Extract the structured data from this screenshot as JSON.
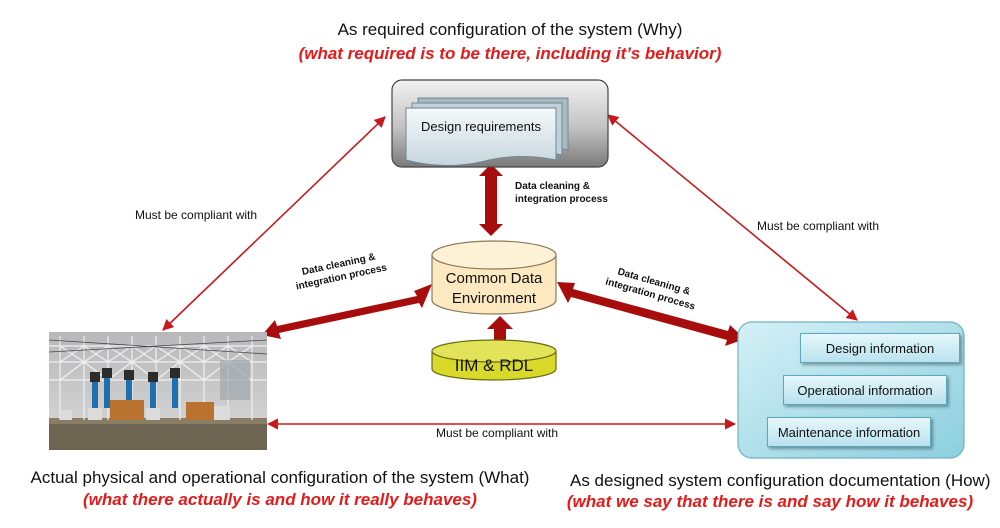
{
  "top": {
    "title": "As required configuration of the system (Why)",
    "subtitle": "(what required is to be there, including it’s behavior)"
  },
  "bottom_left": {
    "title": "Actual physical and operational configuration of the system (What)",
    "subtitle": "(what there actually is and how it really behaves)"
  },
  "bottom_right": {
    "title": "As designed system configuration documentation (How)",
    "subtitle": "(what we say that there is and say how it behaves)"
  },
  "requirements_box": {
    "label": "Design requirements"
  },
  "cde": {
    "line1": "Common Data",
    "line2": "Environment"
  },
  "iim": {
    "label": "IIM & RDL"
  },
  "documentation": {
    "items": [
      "Design information",
      "Operational information",
      "Maintenance information"
    ]
  },
  "links": {
    "compliant_left": "Must be compliant with",
    "compliant_right": "Must be compliant with",
    "compliant_bottom": "Must be compliant with",
    "process_top_line1": "Data cleaning &",
    "process_top_line2": "integration process",
    "process_left_line1": "Data cleaning &",
    "process_left_line2": "integration process",
    "process_right_line1": "Data cleaning &",
    "process_right_line2": "integration process"
  },
  "colors": {
    "accent_red": "#e31b1b",
    "arrow_dark_red": "#a80d0d",
    "cylinder_fill": "#fde9c0",
    "iim_fill": "#d9d92a",
    "doc_panel": "#a9dde8"
  }
}
